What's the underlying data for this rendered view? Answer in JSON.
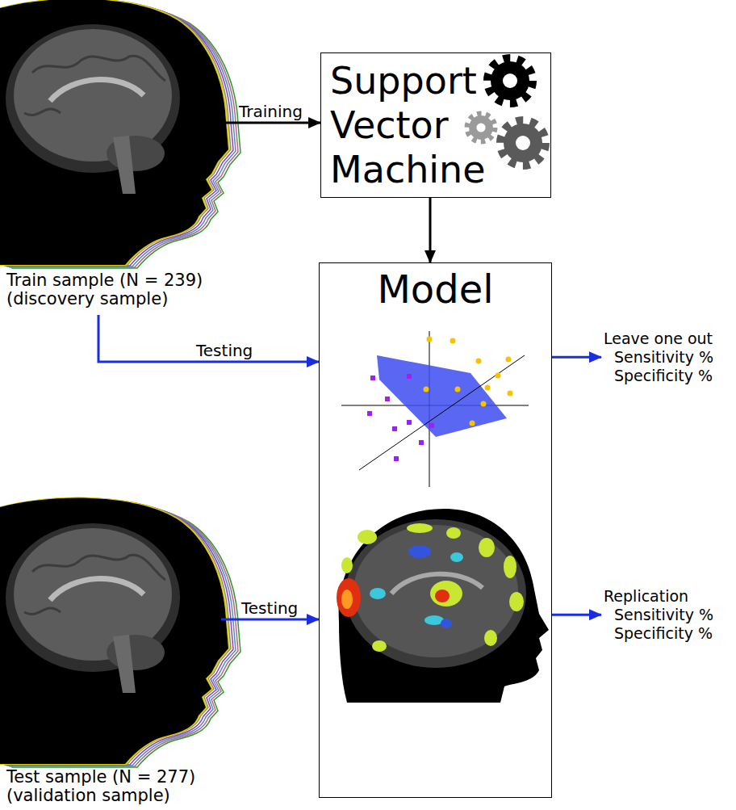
{
  "diagram": {
    "nodes": [
      {
        "text": [
          "Train sample (N = 239) (discovery sample)"
        ]
      },
      {
        "text": [
          "Support Vector Machine"
        ]
      },
      {
        "text": [
          "Model"
        ]
      },
      {
        "text": [
          "Leave one out Sensitivity % Specificity %"
        ]
      },
      {
        "text": [
          "Replication Sensitivity % Specificity %"
        ]
      },
      {
        "text": [
          "Test sample (N = 277) (validation sample)"
        ]
      }
    ],
    "edges": [
      {
        "from": 0,
        "to": 1,
        "arrow": "to",
        "label": "Training"
      },
      {
        "from": 1,
        "to": 2,
        "arrow": "to"
      },
      {
        "from": 0,
        "to": 2,
        "arrow": "to",
        "label": "Testing"
      },
      {
        "from": 5,
        "to": 2,
        "arrow": "to",
        "label": "Testing"
      },
      {
        "from": 2,
        "to": 3,
        "arrow": "to"
      },
      {
        "from": 2,
        "to": 4,
        "arrow": "to"
      }
    ]
  }
}
